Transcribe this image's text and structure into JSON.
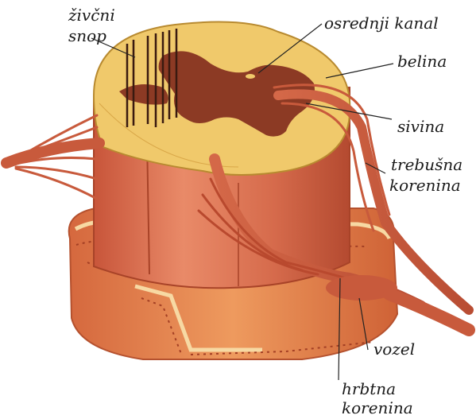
{
  "labels": {
    "nerve_bundle": [
      "živčni",
      "snop"
    ],
    "central_canal": "osrednji kanal",
    "white_matter": "belina",
    "gray_matter": "sivina",
    "ventral_root": [
      "trebušna",
      "korenina"
    ],
    "ganglion": "vozel",
    "dorsal_root": [
      "hrbtna",
      "korenina"
    ]
  },
  "colors": {
    "tissue": "#d9694a",
    "tissue_dark": "#b8492f",
    "tissue_light": "#eb8a66",
    "white_matter": "#f0c96b",
    "gray_matter": "#8c3a24",
    "nerve": "#c85a3c",
    "leader": "#222222"
  }
}
